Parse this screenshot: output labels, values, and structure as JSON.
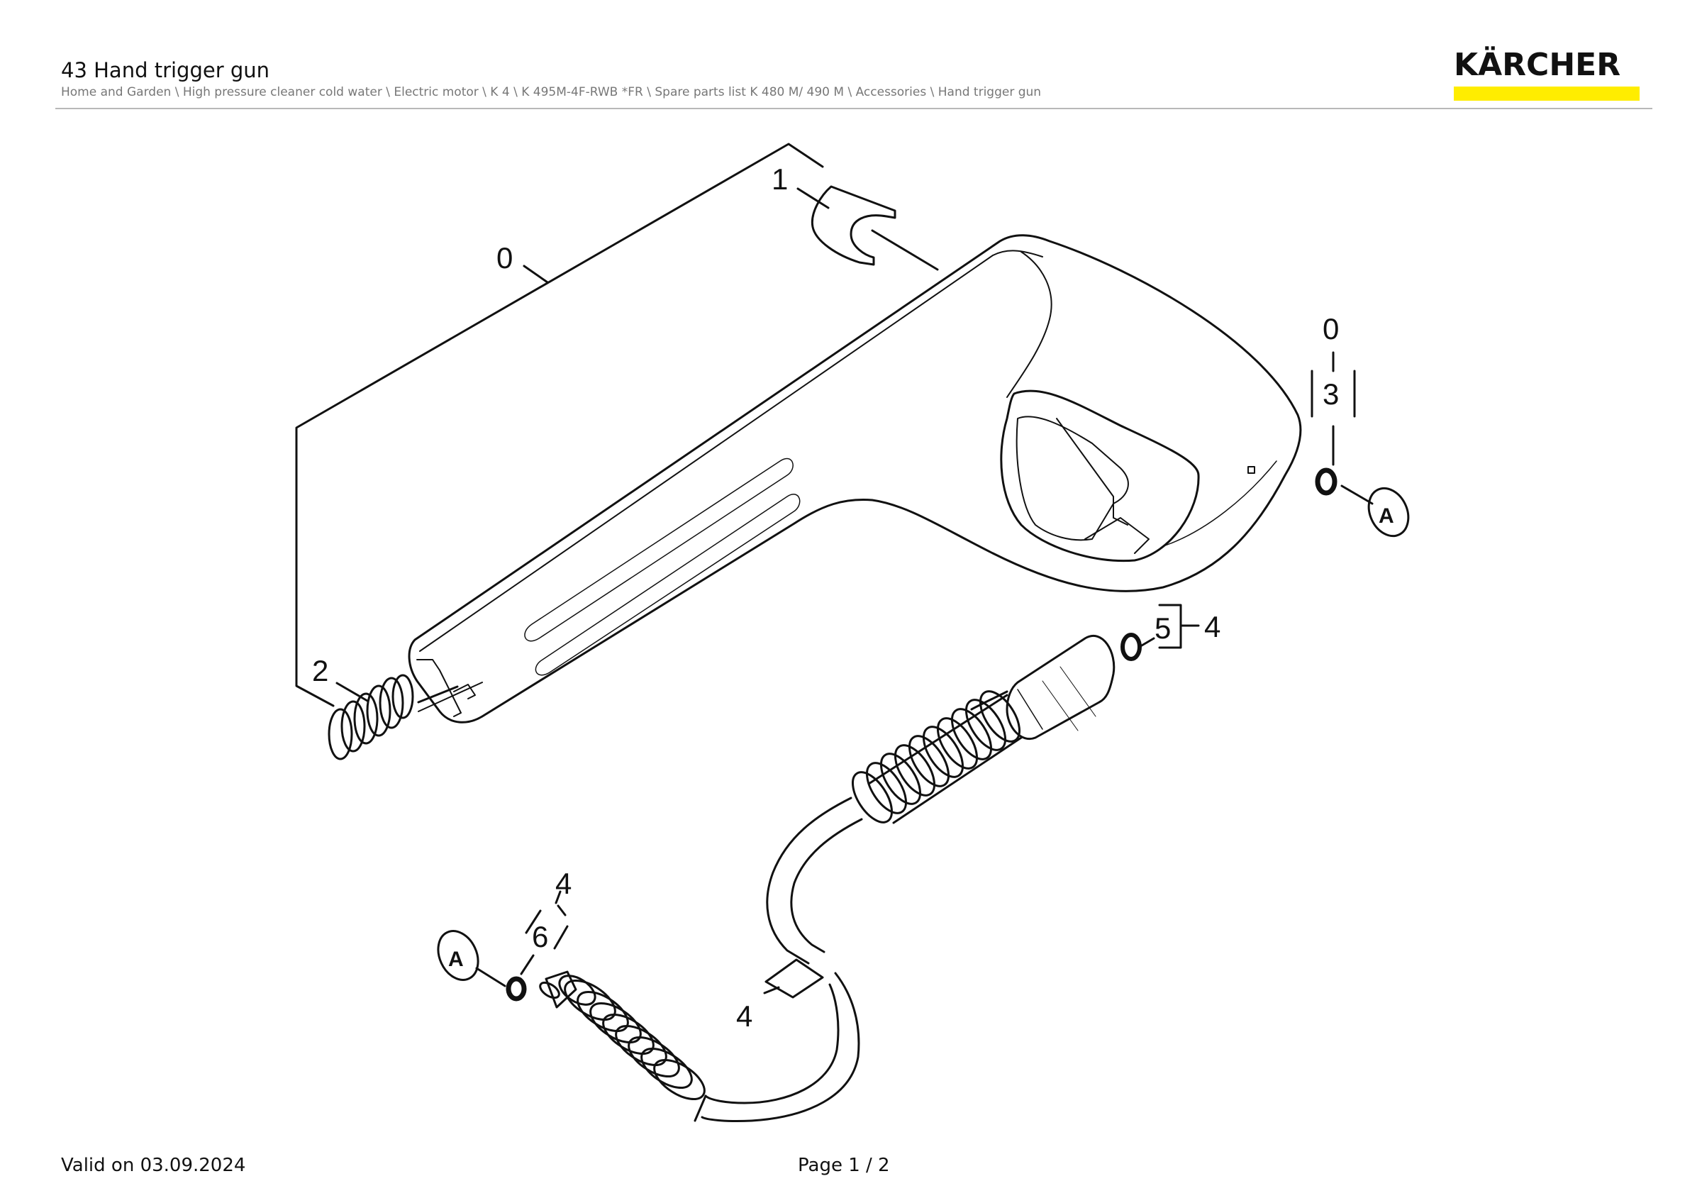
{
  "header": {
    "title": "43 Hand trigger gun",
    "breadcrumb": "Home and Garden \\ High pressure cleaner cold water \\ Electric motor \\ K 4 \\ K 495M-4F-RWB *FR \\ Spare parts list K 480 M/ 490 M \\ Accessories \\ Hand trigger gun",
    "logo_text": "KÄRCHER",
    "logo_color": "#ffed00"
  },
  "drawing": {
    "labels": {
      "assembly_top": "0",
      "clip": "1",
      "spring": "2",
      "assembly_right": "0",
      "seal_right": "3",
      "ref_a_right": "A",
      "hose_group_right": "4",
      "o_ring_hose": "5",
      "hose_group_left": "4",
      "o_ring_nozzle": "6",
      "ref_a_left": "A",
      "hose": "4"
    }
  },
  "footer": {
    "valid": "Valid on 03.09.2024",
    "page": "Page 1 / 2"
  }
}
